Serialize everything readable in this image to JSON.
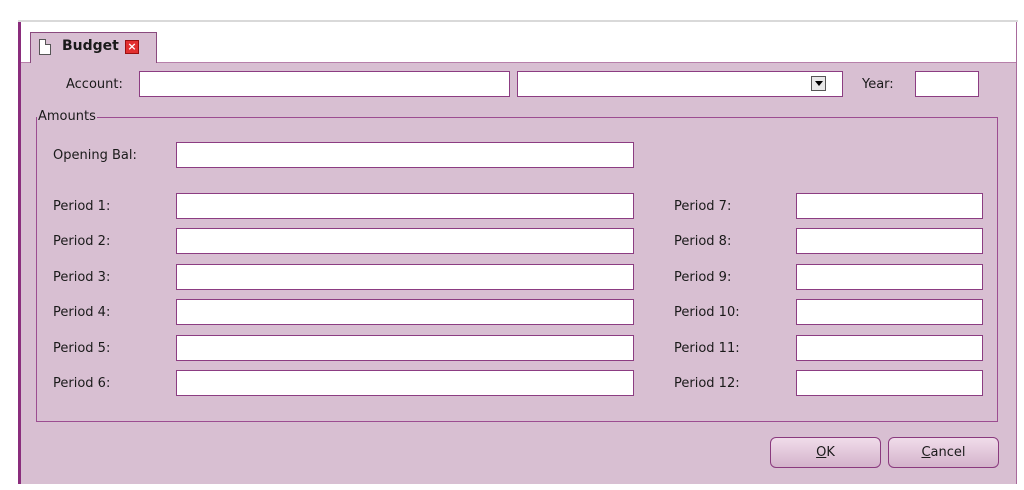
{
  "tab": {
    "title": "Budget",
    "close_glyph": "×"
  },
  "header": {
    "account_label": "Account:",
    "account_value": "",
    "account_name_value": "",
    "year_label": "Year:",
    "year_value": ""
  },
  "amounts": {
    "legend": "Amounts",
    "opening_label": "Opening Bal:",
    "opening_value": "",
    "left_periods": [
      {
        "label": "Period 1:",
        "value": ""
      },
      {
        "label": "Period 2:",
        "value": ""
      },
      {
        "label": "Period 3:",
        "value": ""
      },
      {
        "label": "Period 4:",
        "value": ""
      },
      {
        "label": "Period 5:",
        "value": ""
      },
      {
        "label": "Period 6:",
        "value": ""
      }
    ],
    "right_periods": [
      {
        "label": "Period 7:",
        "value": ""
      },
      {
        "label": "Period 8:",
        "value": ""
      },
      {
        "label": "Period 9:",
        "value": ""
      },
      {
        "label": "Period 10:",
        "value": ""
      },
      {
        "label": "Period 11:",
        "value": ""
      },
      {
        "label": "Period 12:",
        "value": ""
      }
    ]
  },
  "buttons": {
    "ok_mnemonic": "O",
    "ok_rest": "K",
    "cancel_mnemonic": "C",
    "cancel_rest": "ancel"
  },
  "colors": {
    "panel_background": "#d8bfd2",
    "field_border": "#8c3d82",
    "close_icon": "#e23030"
  }
}
